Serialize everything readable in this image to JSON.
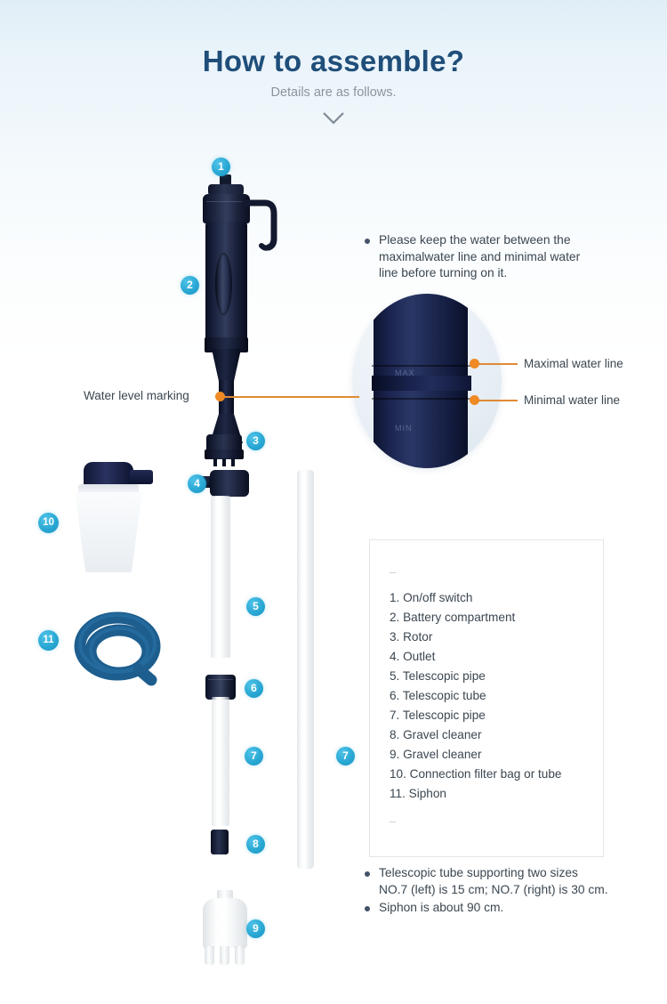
{
  "header": {
    "title": "How to assemble?",
    "subtitle": "Details are as follows.",
    "chevron_icon": "chevron-down-icon"
  },
  "colors": {
    "title": "#1f4e79",
    "subtitle": "#8d949b",
    "badge": "#29a8d4",
    "callout_orange": "#f08a24",
    "bullet": "#44526b",
    "body_text": "#3b4650",
    "background_top": "#e0eef7"
  },
  "notice": {
    "text": "Please keep the water between the maximalwater line and minimal water line before turning on it."
  },
  "callouts": [
    {
      "id": "water-level-marking",
      "label": "Water level marking"
    },
    {
      "id": "maximal-water-line",
      "label": "Maximal water line"
    },
    {
      "id": "minimal-water-line",
      "label": "Minimal water line"
    }
  ],
  "magnifier": {
    "embossed_top": "MAX",
    "embossed_bottom": "MIN"
  },
  "badges": [
    {
      "number": "1",
      "part": "on-off-switch"
    },
    {
      "number": "2",
      "part": "battery-compartment"
    },
    {
      "number": "3",
      "part": "rotor"
    },
    {
      "number": "4",
      "part": "outlet"
    },
    {
      "number": "5",
      "part": "telescopic-pipe"
    },
    {
      "number": "6",
      "part": "telescopic-tube"
    },
    {
      "number": "7",
      "part": "telescopic-pipe-short"
    },
    {
      "number": "7",
      "part": "telescopic-pipe-long"
    },
    {
      "number": "8",
      "part": "gravel-cleaner-small"
    },
    {
      "number": "9",
      "part": "gravel-cleaner-large"
    },
    {
      "number": "10",
      "part": "connection-filter-bag-or-tube"
    },
    {
      "number": "11",
      "part": "siphon"
    }
  ],
  "parts_list": {
    "dash_top": "–",
    "dash_bottom": "–",
    "items": [
      "1. On/off switch",
      "2. Battery compartment",
      "3. Rotor",
      "4. Outlet",
      "5. Telescopic pipe",
      "6. Telescopic tube",
      "7. Telescopic pipe",
      "8. Gravel cleaner",
      "9. Gravel cleaner",
      "10. Connection filter bag or tube",
      "11. Siphon"
    ]
  },
  "footer_notes": [
    "Telescopic tube supporting two sizes NO.7 (left) is 15 cm; NO.7 (right) is 30 cm.",
    "Siphon is about 90 cm."
  ],
  "footer_notes_lines": {
    "note1_line1": "Telescopic tube supporting two sizes",
    "note1_line2": "NO.7 (left) is 15 cm; NO.7 (right) is 30 cm.",
    "note2_line1": "Siphon is about 90 cm."
  },
  "notice_lines": {
    "line1": "Please keep the water between the",
    "line2": "maximalwater line and minimal water",
    "line3": "line before turning on it."
  }
}
